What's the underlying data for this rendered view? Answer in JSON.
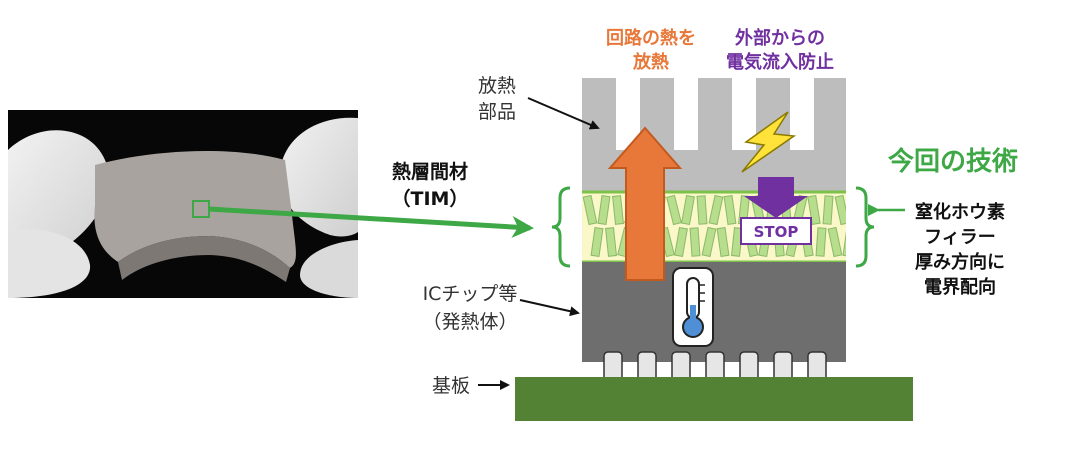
{
  "labels": {
    "heat_release_line1": "回路の熱を",
    "heat_release_line2": "放熱",
    "block_line1": "外部からの",
    "block_line2": "電気流入防止",
    "heatsink_line1": "放熱",
    "heatsink_line2": "部品",
    "tim_line1": "熱層間材",
    "tim_line2": "（TIM）",
    "this_tech": "今回の技術",
    "filler_line1": "窒化ホウ素",
    "filler_line2": "フィラー",
    "filler_line3": "厚み方向に",
    "filler_line4": "電界配向",
    "chip_line1": "ICチップ等",
    "chip_line2": "（発熱体）",
    "substrate": "基板",
    "stop": "STOP"
  },
  "colors": {
    "heat_arrow": "#E8783A",
    "block_text": "#7030A0",
    "stop_arrow": "#7030A0",
    "tech_green": "#3DA845",
    "tim_layer": "#FAF7C8",
    "filler": "#B6DE8C",
    "heatsink": "#BDBDBD",
    "chip": "#6E6E6E",
    "substrate": "#548235",
    "lightning": "#FFE33A"
  },
  "icons": [
    "lightning-icon",
    "thermometer-icon",
    "heat-up-arrow",
    "stop-down-arrow"
  ]
}
